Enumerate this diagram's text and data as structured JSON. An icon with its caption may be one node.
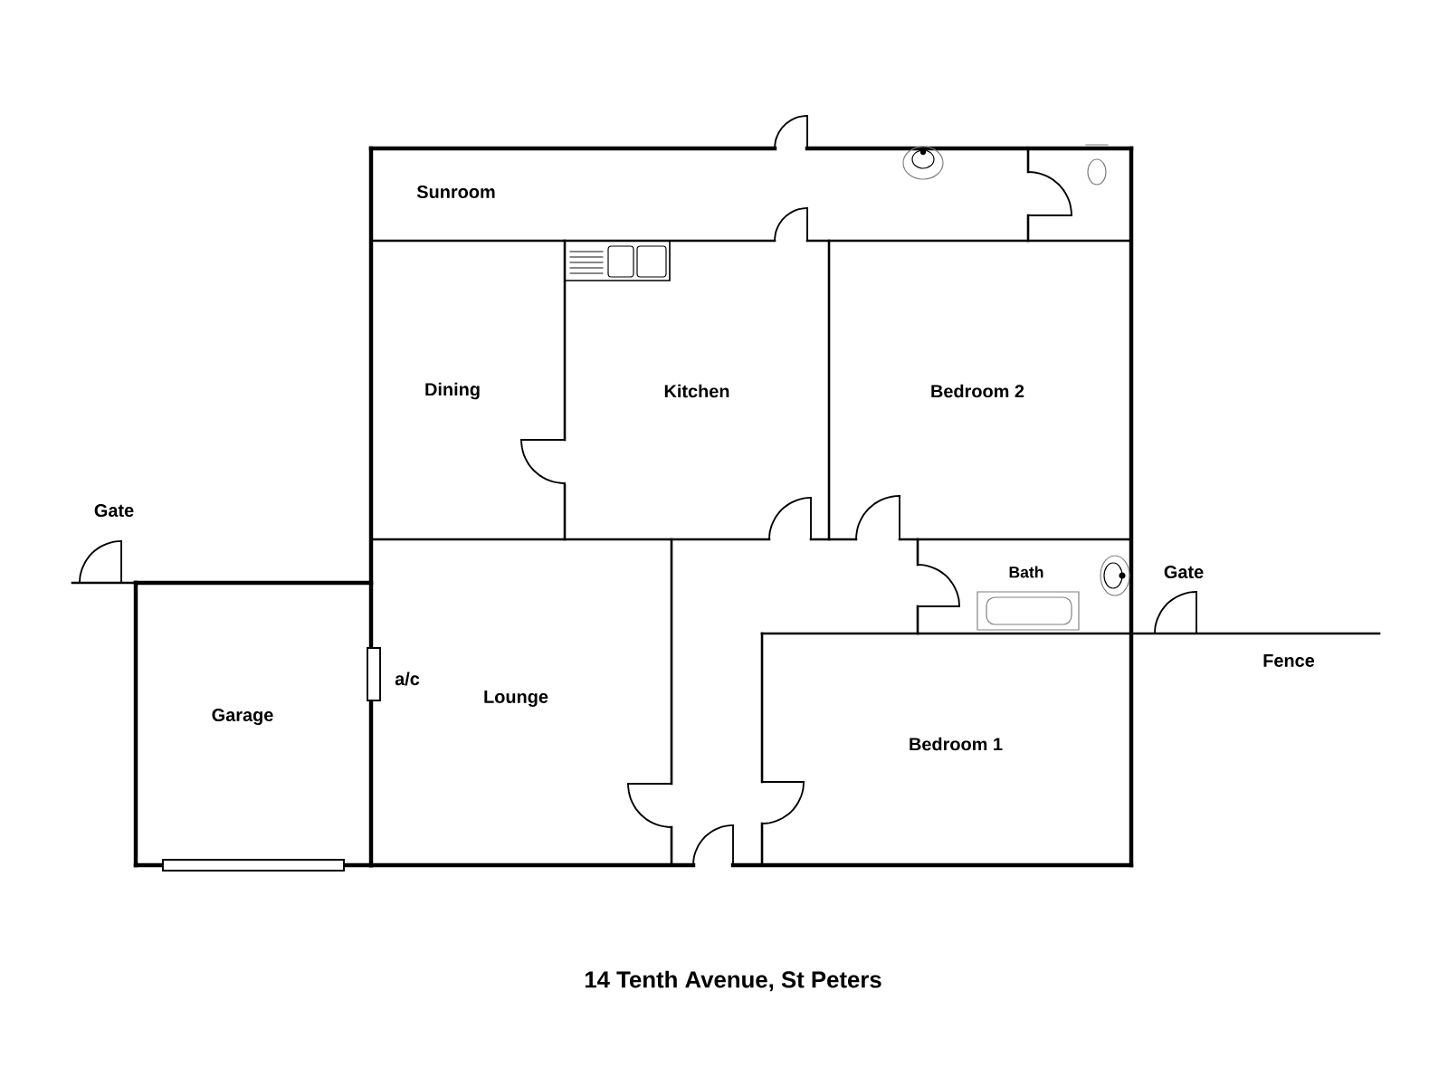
{
  "diagram": {
    "caption": "14 Tenth Avenue, St Peters",
    "labels": [
      "Sunroom",
      "Dining",
      "Kitchen",
      "Bedroom 2",
      "Gate",
      "Bath",
      "Gate",
      "Fence",
      "a/c",
      "Lounge",
      "Garage",
      "Bedroom 1"
    ]
  }
}
